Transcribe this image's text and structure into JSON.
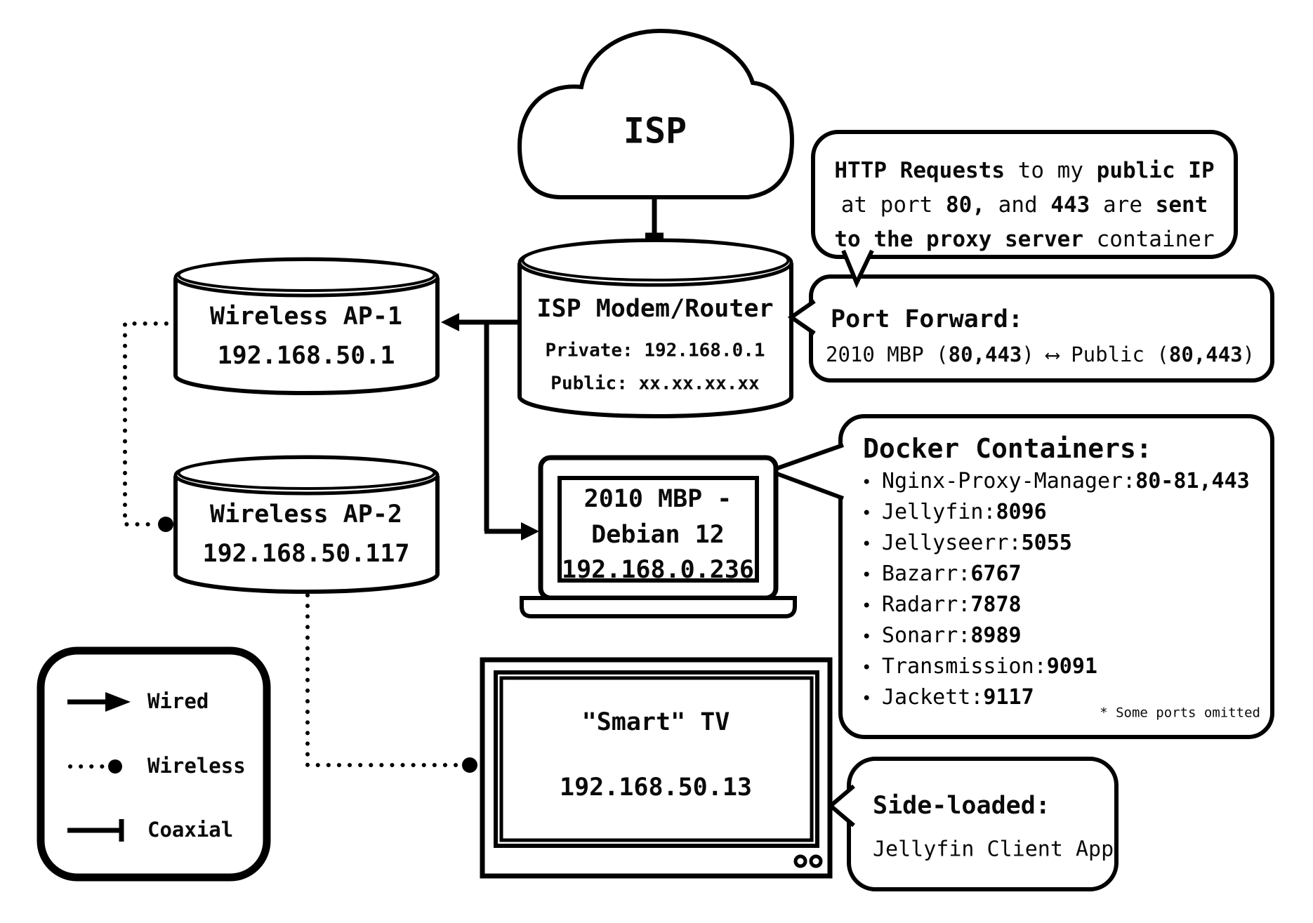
{
  "devices": {
    "isp_cloud": {
      "label": "ISP"
    },
    "modem": {
      "title": "ISP Modem/Router",
      "private_ip": "Private: 192.168.0.1",
      "public_ip": "Public: xx.xx.xx.xx"
    },
    "ap1": {
      "title": "Wireless AP-1",
      "ip": "192.168.50.1"
    },
    "ap2": {
      "title": "Wireless AP-2",
      "ip": "192.168.50.117"
    },
    "laptop": {
      "name_line1": "2010 MBP -",
      "name_line2": "Debian 12",
      "ip": "192.168.0.236"
    },
    "tv": {
      "title": "\"Smart\" TV",
      "ip": "192.168.50.13"
    }
  },
  "callouts": {
    "http_note": {
      "lines": [
        [
          {
            "t": "HTTP Requests",
            "b": true
          },
          {
            "t": " to my ",
            "b": false
          },
          {
            "t": "public IP",
            "b": true
          }
        ],
        [
          {
            "t": "at port ",
            "b": false
          },
          {
            "t": "80,",
            "b": true
          },
          {
            "t": " and ",
            "b": false
          },
          {
            "t": "443",
            "b": true
          },
          {
            "t": " are ",
            "b": false
          },
          {
            "t": "sent",
            "b": true
          }
        ],
        [
          {
            "t": "to the proxy server",
            "b": true
          },
          {
            "t": " container",
            "b": false
          }
        ]
      ]
    },
    "port_forward": {
      "title": "Port Forward:",
      "mapping": [
        {
          "t": "2010 MBP (",
          "b": false
        },
        {
          "t": "80,443",
          "b": true
        },
        {
          "t": ") ⟷ Public (",
          "b": false
        },
        {
          "t": "80,443",
          "b": true
        },
        {
          "t": ")",
          "b": false
        }
      ]
    },
    "docker": {
      "title": "Docker Containers:",
      "items": [
        {
          "name": "Nginx-Proxy-Manager",
          "port": "80-81,443"
        },
        {
          "name": "Jellyfin",
          "port": "8096"
        },
        {
          "name": "Jellyseerr",
          "port": "5055"
        },
        {
          "name": "Bazarr",
          "port": "6767"
        },
        {
          "name": "Radarr",
          "port": "7878"
        },
        {
          "name": "Sonarr",
          "port": "8989"
        },
        {
          "name": "Transmission",
          "port": "9091"
        },
        {
          "name": "Jackett",
          "port": "9117"
        }
      ],
      "footnote": "* Some ports omitted"
    },
    "side_loaded": {
      "title": "Side-loaded:",
      "subtitle": "Jellyfin Client App"
    }
  },
  "legend": {
    "items": [
      {
        "id": "wired",
        "label": "Wired"
      },
      {
        "id": "wireless",
        "label": "Wireless"
      },
      {
        "id": "coaxial",
        "label": "Coaxial"
      }
    ]
  },
  "colors": {
    "ink": "#000000",
    "paper": "#ffffff"
  }
}
